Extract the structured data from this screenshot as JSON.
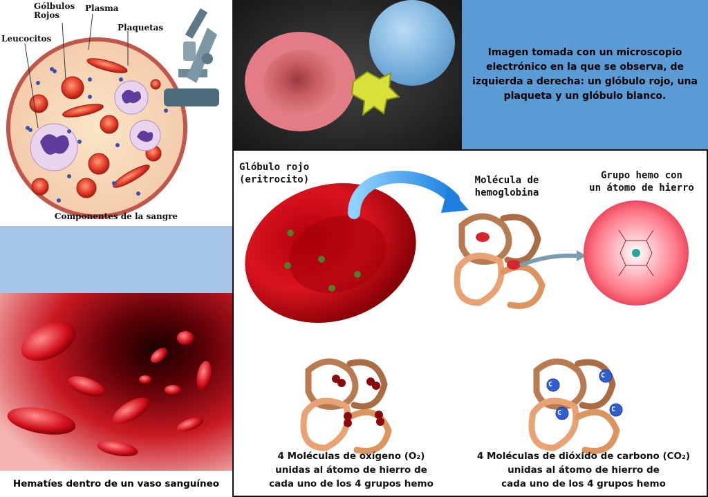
{
  "components_panel": {
    "labels": {
      "globulos_rojos": "Gólbulos\nRojos",
      "plasma": "Plasma",
      "plaquetas": "Plaquetas",
      "leucocitos": "Leucocitos"
    },
    "caption": "Componentes de la sangre"
  },
  "vessel_panel": {
    "caption": "Hematíes dentro de un vaso sanguíneo"
  },
  "info_panel": {
    "text": "Imagen tomada con un microscopio electrónico en la que se observa, de izquierda a derecha: un glóbulo rojo, una plaqueta y un glóbulo blanco."
  },
  "hemo_panel": {
    "rbc_label": "Glóbulo rojo\n(eritrocito)",
    "hemoglobin_label": "Molécula de\nhemoglobina",
    "heme_label": "Grupo hemo con\nun átomo de hierro",
    "oxygen_caption": "4 Moléculas de oxígeno (O₂)\nunidas al átomo de hierro de\ncada uno de los 4 grupos hemo",
    "co2_caption": "4 Moléculas de dióxido de carbono (CO₂)\nunidas al átomo de hierro de\ncada uno de los 4 grupos hemo",
    "co2_atom_letter": "C"
  },
  "colors": {
    "background_blue": "#5b9bd5",
    "strip_blue": "#a4c4e8",
    "blood_red": "#c8101a",
    "ribbon_brown": "#c8875a"
  }
}
